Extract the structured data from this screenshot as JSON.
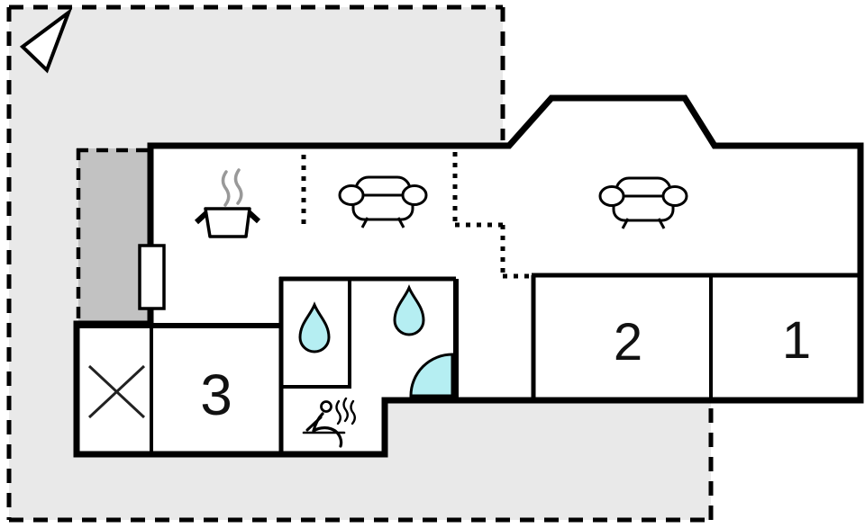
{
  "plan": {
    "type": "floor-plan",
    "rooms": [
      {
        "number": "1"
      },
      {
        "number": "2"
      },
      {
        "number": "3"
      }
    ]
  },
  "icons": {
    "north_arrow": "north-arrow",
    "stove": "pot-with-steam",
    "sofa_living": "sofa",
    "sofa_lounge": "sofa",
    "water_drop_wc": "water-drop",
    "water_drop_shower": "water-drop",
    "shower_door": "door-swing-arc",
    "sauna": "person-in-sauna",
    "storage_cross": "x-cross"
  },
  "colors": {
    "plot": "#e9e9e9",
    "terrace": "#c2c2c2",
    "wall": "#000000",
    "water": "#b5eef2",
    "steam": "#999999"
  }
}
